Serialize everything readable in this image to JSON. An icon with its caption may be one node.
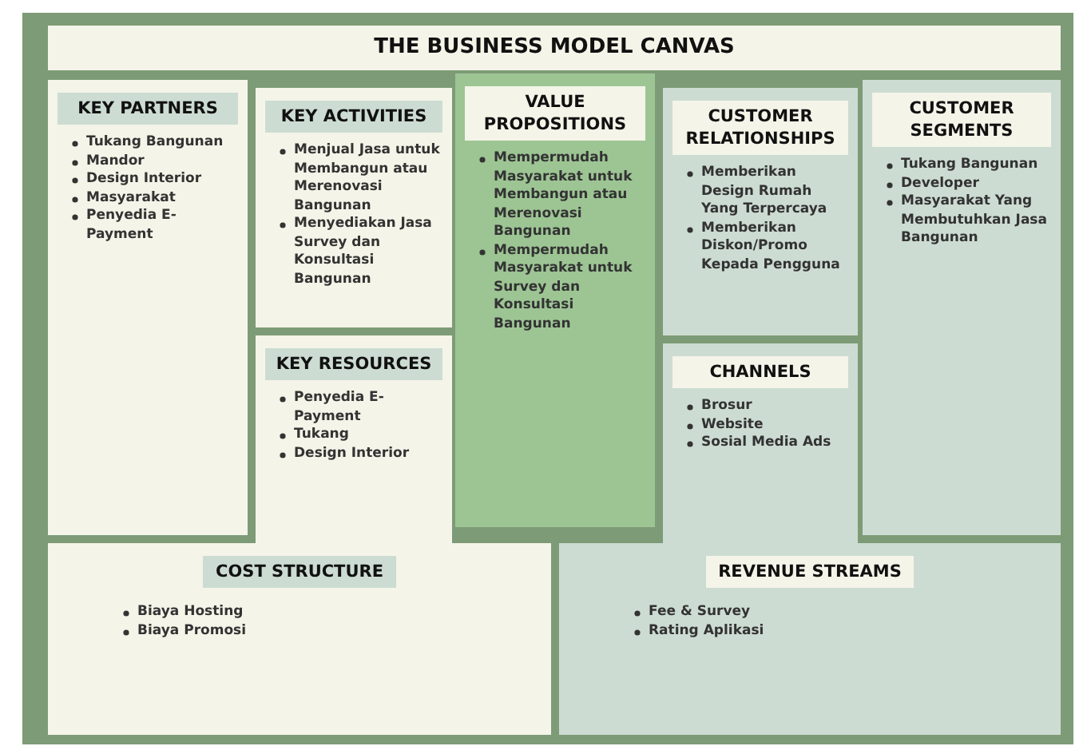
{
  "diagram": {
    "title": "THE BUSINESS MODEL CANVAS",
    "nodes": [
      {
        "text": [
          "KEY PARTNERS",
          "Tukang Bangunan",
          "Mandor",
          "Design Interior",
          "Masyarakat",
          "Penyedia E-Payment"
        ]
      },
      {
        "text": [
          "KEY ACTIVITIES",
          "Menjual Jasa untuk Membangun atau Merenovasi Bangunan",
          "Menyediakan Jasa Survey dan Konsultasi Bangunan"
        ]
      },
      {
        "text": [
          "KEY RESOURCES",
          "Penyedia E-Payment",
          "Tukang",
          "Design Interior"
        ]
      },
      {
        "text": [
          "VALUE PROPOSITIONS",
          "Mempermudah Masyarakat untuk Membangun atau Merenovasi Bangunan",
          "Mempermudah Masyarakat untuk Survey dan Konsultasi Bangunan"
        ]
      },
      {
        "text": [
          "CUSTOMER RELATIONSHIPS",
          "Memberikan Design Rumah Yang Terpercaya",
          "Memberikan Diskon/Promo Kepada Pengguna"
        ]
      },
      {
        "text": [
          "CHANNELS",
          "Brosur",
          "Website",
          "Sosial Media Ads"
        ]
      },
      {
        "text": [
          "CUSTOMER SEGMENTS",
          "Tukang Bangunan",
          "Developer",
          "Masyarakat Yang Membutuhkan Jasa Bangunan"
        ]
      },
      {
        "text": [
          "COST STRUCTURE",
          "Biaya Hosting",
          "Biaya Promosi"
        ]
      },
      {
        "text": [
          "REVENUE STREAMS",
          "Fee & Survey",
          "Rating Aplikasi"
        ]
      }
    ]
  }
}
